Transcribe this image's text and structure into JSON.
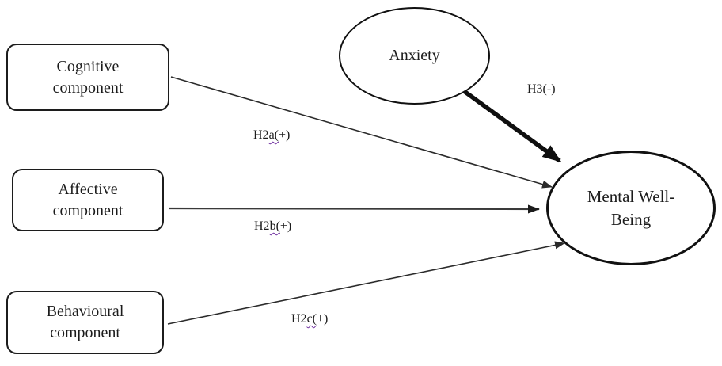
{
  "diagram": {
    "background": "#ffffff",
    "node_border_color": "#1c1c1c",
    "arrow_color": "#2b2b2b",
    "squiggle_color": "#7030a0"
  },
  "nodes": {
    "cognitive": {
      "label": "Cognitive component",
      "shape": "rounded-rectangle"
    },
    "affective": {
      "label": "Affective component",
      "shape": "rounded-rectangle"
    },
    "behavioural": {
      "label": "Behavioural component",
      "shape": "rounded-rectangle"
    },
    "anxiety": {
      "label": "Anxiety",
      "shape": "ellipse"
    },
    "mwb": {
      "label": "Mental Well-Being",
      "shape": "ellipse"
    }
  },
  "edges": {
    "h2a": {
      "from": "Cognitive component",
      "to": "Mental Well-Being",
      "style": "thin",
      "label_pre": "H2",
      "label_wavy": "a(",
      "label_post": "+)"
    },
    "h2b": {
      "from": "Affective component",
      "to": "Mental Well-Being",
      "style": "thin",
      "label_pre": "H2",
      "label_wavy": "b(",
      "label_post": "+)"
    },
    "h2c": {
      "from": "Behavioural component",
      "to": "Mental Well-Being",
      "style": "thin",
      "label_pre": "H2",
      "label_wavy": "c(",
      "label_post": "+)"
    },
    "h3": {
      "from": "Anxiety",
      "to": "Mental Well-Being",
      "style": "thick",
      "label": "H3(-)"
    }
  }
}
